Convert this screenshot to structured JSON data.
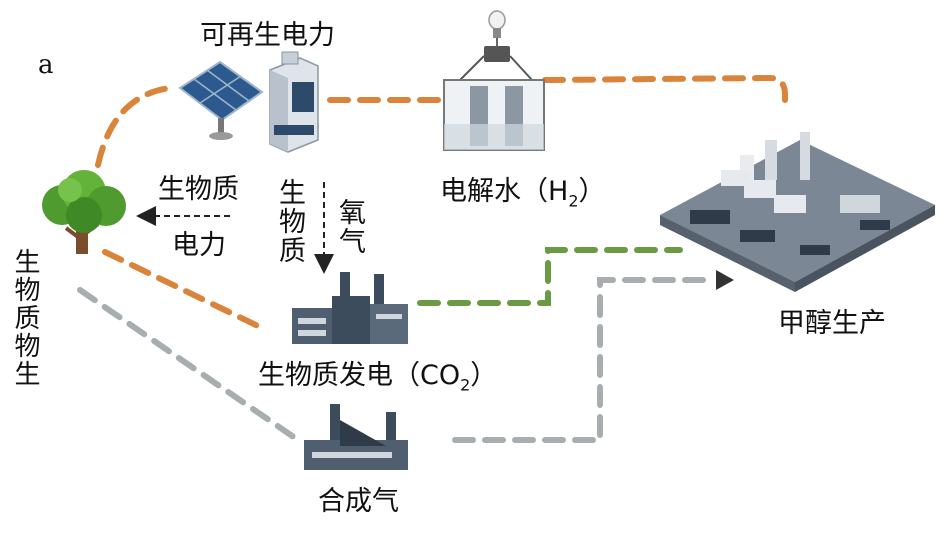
{
  "panel_label": "a",
  "nodes": {
    "renewable": "可再生电力",
    "electrolysis": "电解水（H",
    "electrolysis_sub": "2",
    "electrolysis_close": "）",
    "biomass_power": "生物质发电（CO",
    "biomass_power_sub": "2",
    "biomass_power_close": "）",
    "syngas": "合成气",
    "methanol": "甲醇生产",
    "biomass_growth": "生物质物生"
  },
  "edge_labels": {
    "biomass": "生物质",
    "electricity": "电力",
    "biomass_vertical": "生物质",
    "oxygen": "氧气"
  },
  "colors": {
    "orange": "#d9843a",
    "green": "#6b9a45",
    "gray": "#a8adb0",
    "dark": "#1f2a36",
    "blue": "#3a5e8a"
  }
}
